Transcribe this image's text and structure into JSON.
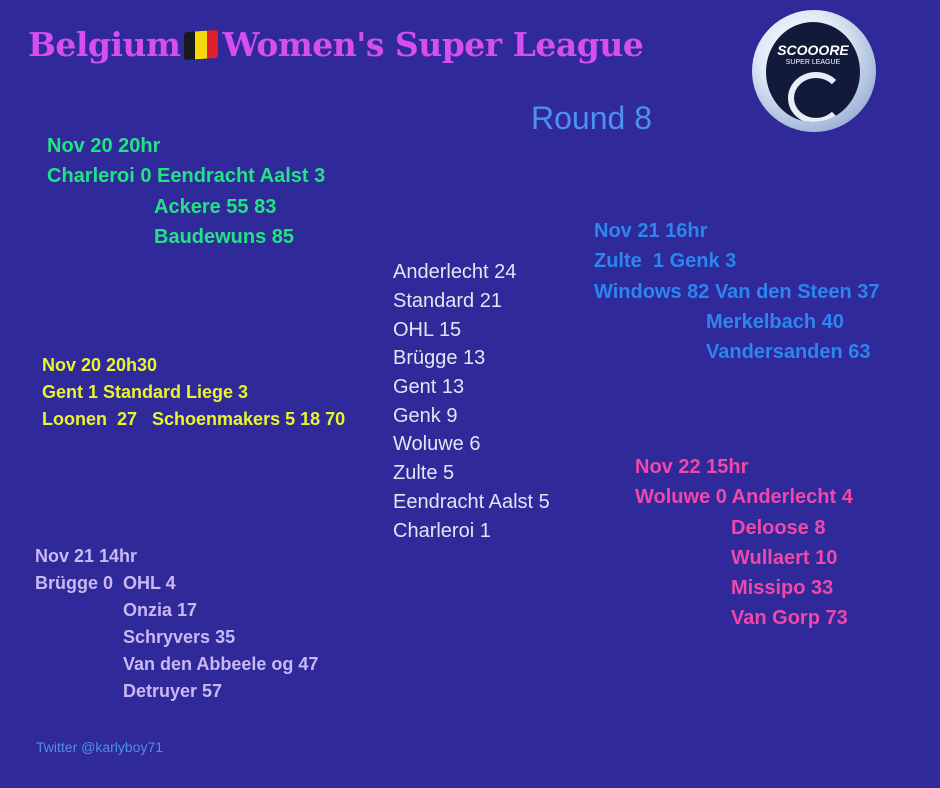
{
  "header": {
    "title_left": "Belgium",
    "title_right": "Women's Super League",
    "flag_colors": [
      "#1a1a1a",
      "#f5d90a",
      "#e0202a"
    ],
    "round": "Round 8"
  },
  "logo": {
    "brand": "SCOOORE",
    "sub": "SUPER LEAGUE"
  },
  "matches": {
    "green": {
      "color": "#22e384",
      "lines": [
        "Nov 20 20hr",
        "Charleroi 0 Eendracht Aalst 3",
        "Ackere 55 83",
        "Baudewuns 85"
      ]
    },
    "yellow": {
      "color": "#e9f52a",
      "lines": [
        "Nov 20 20h30",
        "Gent 1 Standard Liege 3",
        "Loonen  27   Schoenmakers 5 18 70"
      ]
    },
    "lavender": {
      "color": "#c9b8f2",
      "lines": [
        "Nov 21 14hr",
        "Brügge 0  OHL 4",
        "Onzia 17",
        "Schryvers 35",
        "Van den Abbeele og 47",
        "Detruyer 57"
      ]
    },
    "blue": {
      "color": "#2b86f0",
      "lines": [
        "Nov 21 16hr",
        "Zulte  1 Genk 3",
        "Windows 82 Van den Steen 37",
        "Merkelbach 40",
        "Vandersanden 63"
      ]
    },
    "pink": {
      "color": "#f048a8",
      "lines": [
        "Nov 22 15hr",
        "Woluwe 0 Anderlecht 4",
        "Deloose 8",
        "Wullaert 10",
        "Missipo 33",
        "Van Gorp 73"
      ]
    }
  },
  "standings": [
    "Anderlecht 24",
    "Standard 21",
    "OHL 15",
    "Brügge 13",
    "Gent 13",
    "Genk 9",
    "Woluwe 6",
    "Zulte 5",
    "Eendracht Aalst 5",
    "Charleroi 1"
  ],
  "footer": {
    "twitter": "Twitter @karlyboy71"
  }
}
